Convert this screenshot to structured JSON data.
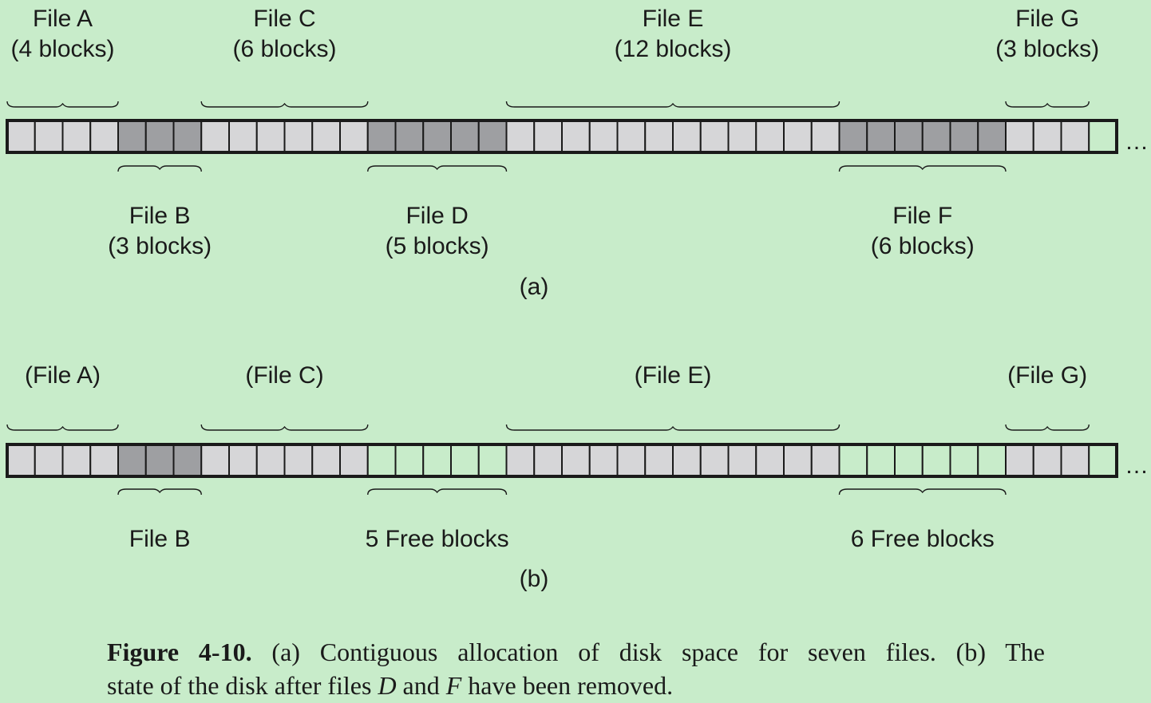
{
  "colors": {
    "background": "#c8ecca",
    "block_light": "#d6d6d8",
    "block_dark": "#9e9fa2",
    "block_free": "#c8ecca",
    "outline": "#1a1a1a"
  },
  "total_blocks": 40,
  "ellipsis": "…",
  "panel_a": {
    "label": "(a)",
    "segments": [
      {
        "id": "A",
        "blocks": 4,
        "shade": "light",
        "side": "top",
        "name": "File A",
        "size": "(4 blocks)"
      },
      {
        "id": "B",
        "blocks": 3,
        "shade": "dark",
        "side": "bottom",
        "name": "File B",
        "size": "(3 blocks)"
      },
      {
        "id": "C",
        "blocks": 6,
        "shade": "light",
        "side": "top",
        "name": "File C",
        "size": "(6 blocks)"
      },
      {
        "id": "D",
        "blocks": 5,
        "shade": "dark",
        "side": "bottom",
        "name": "File D",
        "size": "(5 blocks)"
      },
      {
        "id": "E",
        "blocks": 12,
        "shade": "light",
        "side": "top",
        "name": "File E",
        "size": "(12 blocks)"
      },
      {
        "id": "F",
        "blocks": 6,
        "shade": "dark",
        "side": "bottom",
        "name": "File F",
        "size": "(6 blocks)"
      },
      {
        "id": "G",
        "blocks": 3,
        "shade": "light",
        "side": "top",
        "name": "File G",
        "size": "(3 blocks)"
      },
      {
        "id": "empty",
        "blocks": 1,
        "shade": "free",
        "side": "none"
      }
    ]
  },
  "panel_b": {
    "label": "(b)",
    "segments": [
      {
        "id": "A",
        "blocks": 4,
        "shade": "light",
        "side": "top",
        "name": "(File A)"
      },
      {
        "id": "B",
        "blocks": 3,
        "shade": "dark",
        "side": "bottom",
        "name": "File B"
      },
      {
        "id": "C",
        "blocks": 6,
        "shade": "light",
        "side": "top",
        "name": "(File C)"
      },
      {
        "id": "D",
        "blocks": 5,
        "shade": "free",
        "side": "bottom",
        "name": "5 Free blocks"
      },
      {
        "id": "E",
        "blocks": 12,
        "shade": "light",
        "side": "top",
        "name": "(File E)"
      },
      {
        "id": "F",
        "blocks": 6,
        "shade": "free",
        "side": "bottom",
        "name": "6 Free blocks"
      },
      {
        "id": "G",
        "blocks": 3,
        "shade": "light",
        "side": "top",
        "name": "(File G)"
      },
      {
        "id": "empty",
        "blocks": 1,
        "shade": "free",
        "side": "none"
      }
    ]
  },
  "caption": {
    "figure": "Figure 4-10.",
    "line1_text": " (a) Contiguous allocation of disk space for seven files. (b) The",
    "line2_pre": "state of the disk after files ",
    "file_d": "D",
    "and": " and ",
    "file_f": "F",
    "line2_post": " have been removed."
  }
}
